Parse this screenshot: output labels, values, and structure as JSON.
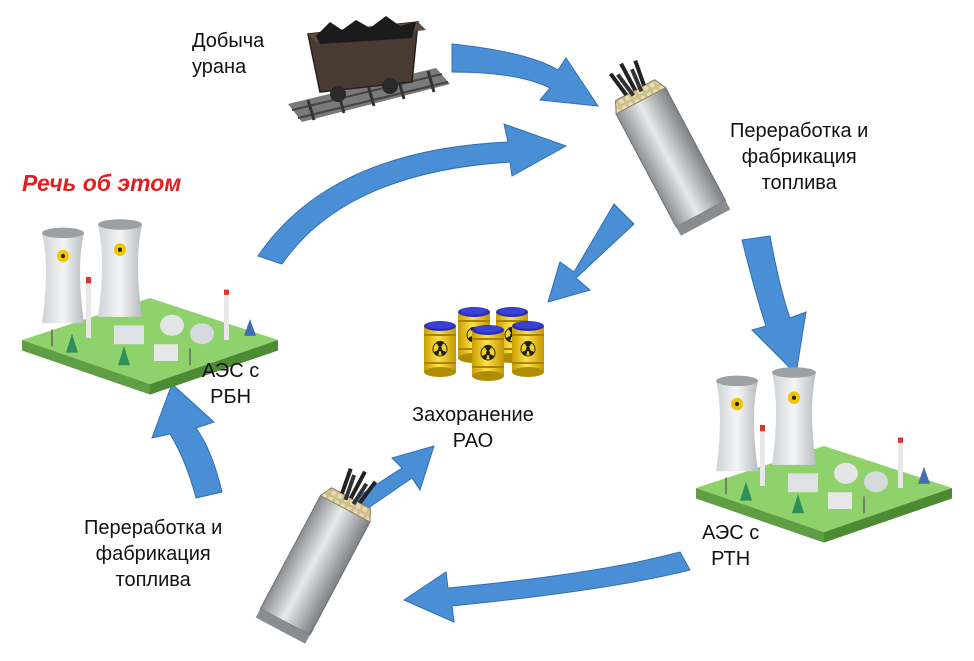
{
  "headline": "Речь об этом",
  "nodes": {
    "mining": {
      "lines": [
        "Добыча",
        "урана"
      ]
    },
    "fuel_top": {
      "lines": [
        "Переработка и",
        "фабрикация",
        "топлива"
      ]
    },
    "fuel_bottom": {
      "lines": [
        "Переработка и",
        "фабрикация",
        "топлива"
      ]
    },
    "npp_fast": {
      "lines": [
        "АЭС с",
        "РБН"
      ]
    },
    "npp_thermal": {
      "lines": [
        "АЭС с",
        "РТН"
      ]
    },
    "disposal": {
      "lines": [
        "Захоранение",
        "РАО"
      ]
    }
  },
  "colors": {
    "arrow": "#4a8fd6",
    "arrow_edge": "#2f6fb5",
    "headline": "#e02020",
    "ground": "#8fd16a",
    "barrel": "#f2c500",
    "text": "#111111"
  },
  "icons": {
    "mining": "mine-cart-icon",
    "fuel": "fuel-assembly-icon",
    "plant": "nuclear-power-plant-icon",
    "waste": "radioactive-barrels-icon"
  }
}
